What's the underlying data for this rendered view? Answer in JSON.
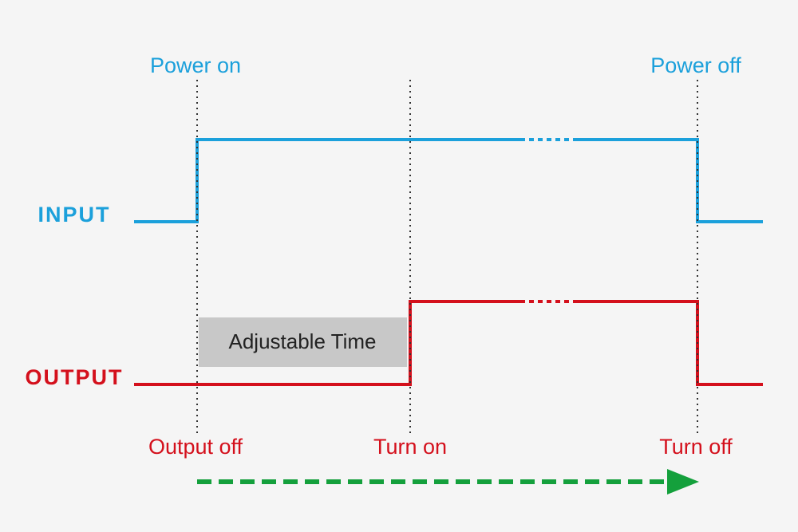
{
  "signals": {
    "input": {
      "label": "INPUT",
      "color": "#1ba0db"
    },
    "output": {
      "label": "OUTPUT",
      "color": "#d4101c"
    }
  },
  "events": {
    "power_on": "Power on",
    "power_off": "Power off",
    "output_off": "Output off",
    "turn_on": "Turn on",
    "turn_off": "Turn off"
  },
  "delay_box": {
    "label": "Adjustable Time",
    "fill": "#c8c8c8"
  },
  "time_arrow": {
    "color": "#14a03c"
  },
  "guide_color": "#333333"
}
